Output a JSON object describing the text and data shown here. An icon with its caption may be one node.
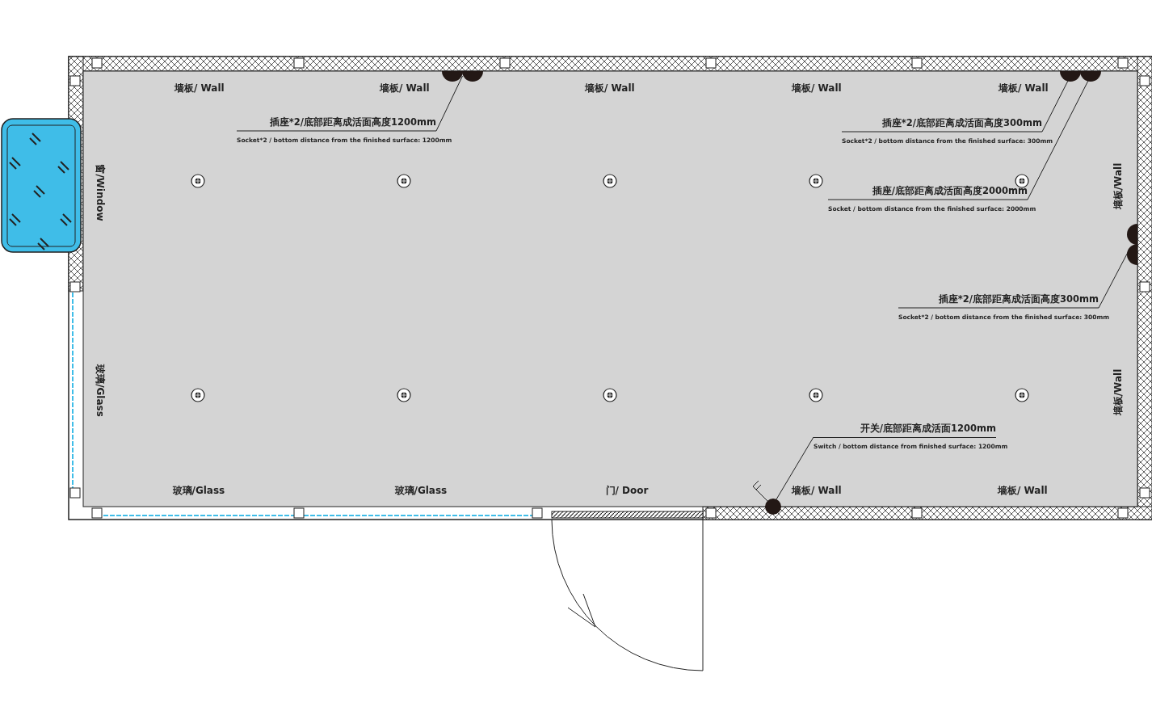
{
  "diagram": {
    "nodes": [
      {
        "text": [
          "插座*2/底部距离成活面高度1200mm",
          "Socket*2 / bottom distance from the finished surface: 1200mm"
        ]
      },
      {
        "text": [],
        "shape": "semicircle"
      },
      {
        "text": [
          "插座*2/底部距离成活面高度300mm",
          "Socket*2 / bottom distance from the finished surface: 300mm"
        ]
      },
      {
        "text": [],
        "shape": "semicircle"
      },
      {
        "text": [
          "插座/底部距离成活面高度2000mm",
          "Socket / bottom distance from the finished surface: 2000mm"
        ]
      },
      {
        "text": [],
        "shape": "semicircle"
      },
      {
        "text": [
          "插座*2/底部距离成活面高度300mm",
          "Socket*2 / bottom distance from the finished surface: 300mm"
        ]
      },
      {
        "text": [],
        "shape": "semicircle"
      },
      {
        "text": [
          "开关/底部距离成活面1200mm",
          "Switch / bottom distance from finished surface: 1200mm"
        ]
      },
      {
        "text": [],
        "shape": "circle"
      }
    ],
    "edges": [
      {
        "from": 0,
        "to": 1,
        "arrow": "none"
      },
      {
        "from": 2,
        "to": 3,
        "arrow": "none"
      },
      {
        "from": 4,
        "to": 5,
        "arrow": "none"
      },
      {
        "from": 6,
        "to": 7,
        "arrow": "none"
      },
      {
        "from": 8,
        "to": 9,
        "arrow": "none"
      }
    ],
    "labels": [
      "墙板/ Wall",
      "墙板/ Wall",
      "墙板/ Wall",
      "墙板/ Wall",
      "墙板/ Wall",
      "窗/Window",
      "墙板/Wall",
      "玻璃/Glass",
      "墙板/Wall",
      "玻璃/Glass",
      "玻璃/Glass",
      "门/ Door",
      "墙板/ Wall",
      "墙板/ Wall"
    ]
  }
}
